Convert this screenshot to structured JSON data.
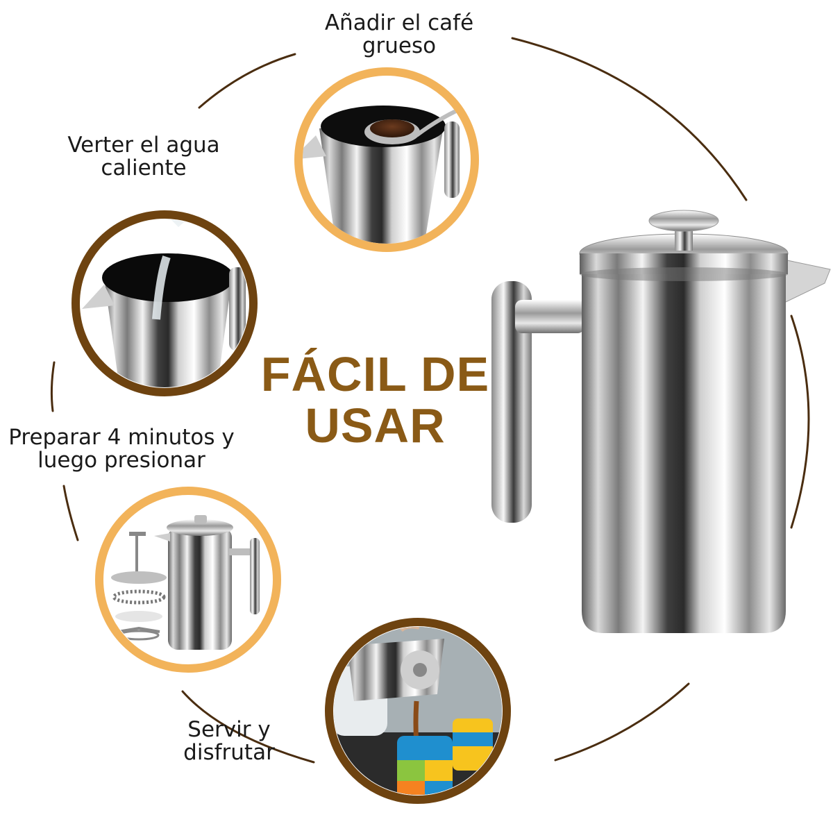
{
  "headline": {
    "line1": "FÁCIL DE",
    "line2": "USAR"
  },
  "steps": [
    {
      "id": "add-coffee",
      "line1": "Añadir el café",
      "line2": "grueso",
      "image": "coffee-grounds-on-spoon",
      "ring_color": "#f2b35a"
    },
    {
      "id": "pour-water",
      "line1": "Verter el agua",
      "line2": "caliente",
      "image": "pouring-hot-water",
      "ring_color": "#6e4310"
    },
    {
      "id": "brew-press",
      "line1": "Preparar 4 minutos y",
      "line2": "luego presionar",
      "image": "french-press-parts",
      "ring_color": "#f2b35a"
    },
    {
      "id": "serve",
      "line1": "Servir y",
      "line2": "disfrutar",
      "image": "pouring-into-mugs",
      "ring_color": "#6e4310"
    }
  ],
  "product_image": "stainless-steel-french-press",
  "colors": {
    "headline": "#8a5a16",
    "arc": "#4a2d10",
    "ring_light": "#f2b35a",
    "ring_dark": "#6e4310"
  }
}
